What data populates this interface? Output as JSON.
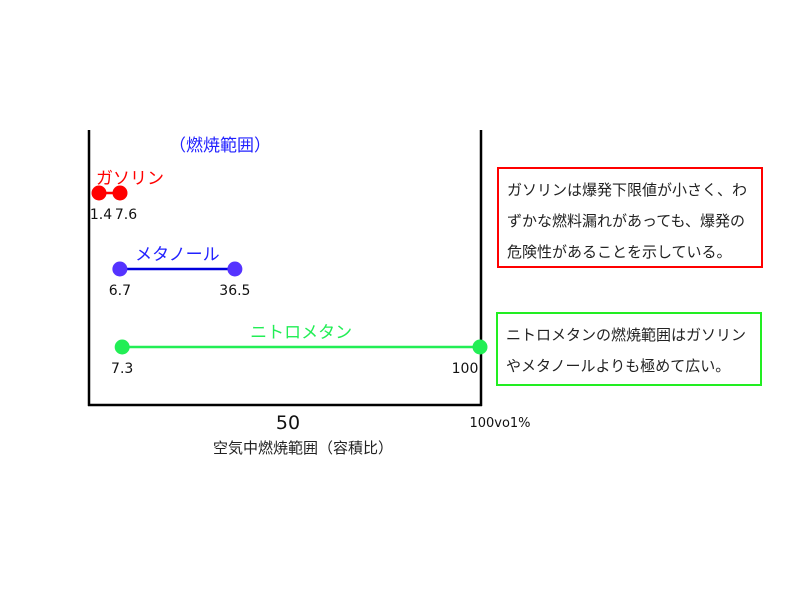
{
  "chart_data": {
    "type": "range",
    "title": "（燃焼範囲）",
    "xlabel": "空気中燃焼範囲（容積比）",
    "xlim": [
      0,
      100
    ],
    "x_ticks": [
      {
        "value": 50,
        "label": "50"
      },
      {
        "value": 100,
        "label": "100vo1%"
      }
    ],
    "series": [
      {
        "name": "ガソリン",
        "low": 1.4,
        "high": 7.6,
        "low_label": "1.4",
        "high_label": "7.6",
        "color": "#ff0000",
        "line_color": "#ff0000"
      },
      {
        "name": "メタノール",
        "low": 6.7,
        "high": 36.5,
        "low_label": "6.7",
        "high_label": "36.5",
        "color": "#5533ff",
        "line_color": "#0000dd"
      },
      {
        "name": "ニトロメタン",
        "low": 7.3,
        "high": 100,
        "low_label": "7.3",
        "high_label": "100",
        "color": "#22ee55",
        "line_color": "#22ee55"
      }
    ],
    "title_color": "#2222ff"
  },
  "notes": [
    {
      "text": "ガソリンは爆発下限値が小さく、わずかな燃料漏れがあっても、爆発の危険性があることを示している。",
      "border": "#ff0000"
    },
    {
      "text": "ニトロメタンの燃焼範囲はガソリンやメタノールよりも極めて広い。",
      "border": "#22ee22"
    }
  ]
}
